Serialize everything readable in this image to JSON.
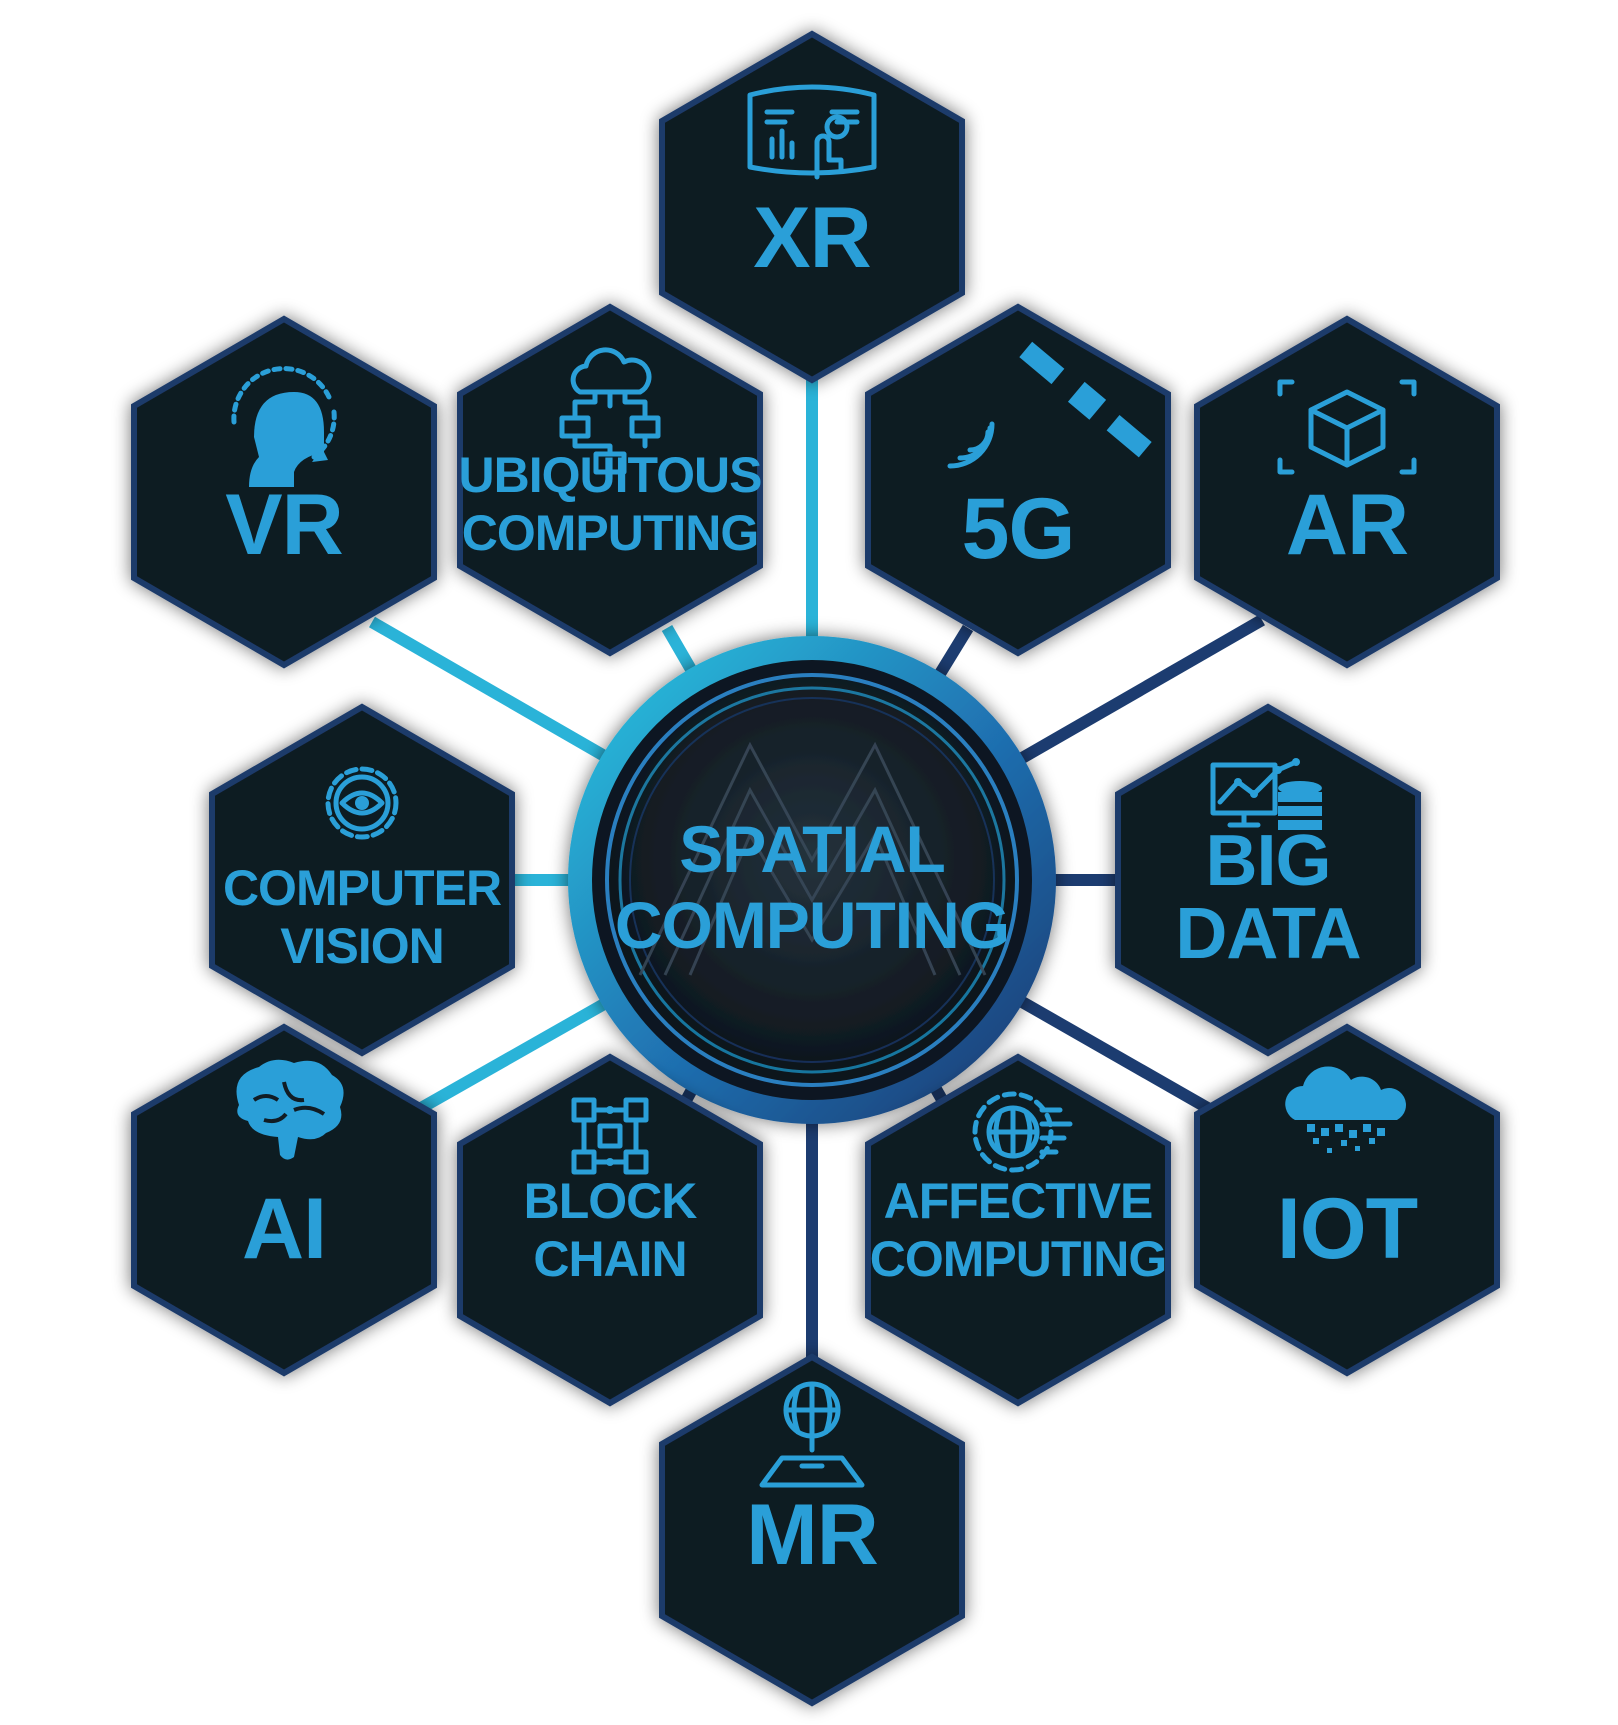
{
  "center": {
    "line1": "SPATIAL",
    "line2": "COMPUTING"
  },
  "nodes": {
    "xr": {
      "line1": "XR",
      "icon": "hologram-touch-icon"
    },
    "vr": {
      "line1": "VR",
      "icon": "vr-headset-icon"
    },
    "ubiquitous": {
      "line1": "UBIQUITOUS",
      "line2": "COMPUTING",
      "icon": "cloud-network-icon"
    },
    "fiveg": {
      "line1": "5G",
      "icon": "satellite-icon"
    },
    "ar": {
      "line1": "AR",
      "icon": "ar-cube-icon"
    },
    "computer_vision": {
      "line1": "COMPUTER",
      "line2": "VISION",
      "icon": "eye-gear-icon"
    },
    "big_data": {
      "line1": "BIG",
      "line2": "DATA",
      "icon": "database-chart-icon"
    },
    "ai": {
      "line1": "AI",
      "icon": "brain-icon"
    },
    "blockchain": {
      "line1": "BLOCK",
      "line2": "CHAIN",
      "icon": "blockchain-network-icon"
    },
    "affective": {
      "line1": "AFFECTIVE",
      "line2": "COMPUTING",
      "icon": "gear-globe-circuit-icon"
    },
    "iot": {
      "line1": "IOT",
      "icon": "pixel-cloud-icon"
    },
    "mr": {
      "line1": "MR",
      "icon": "globe-map-icon"
    }
  },
  "colors": {
    "hex_fill": "#111c24",
    "hex_border": "#1d3a6a",
    "label": "#2a9fd8",
    "connector_light": "#2ab3d8",
    "connector_dark": "#1c3c70"
  }
}
